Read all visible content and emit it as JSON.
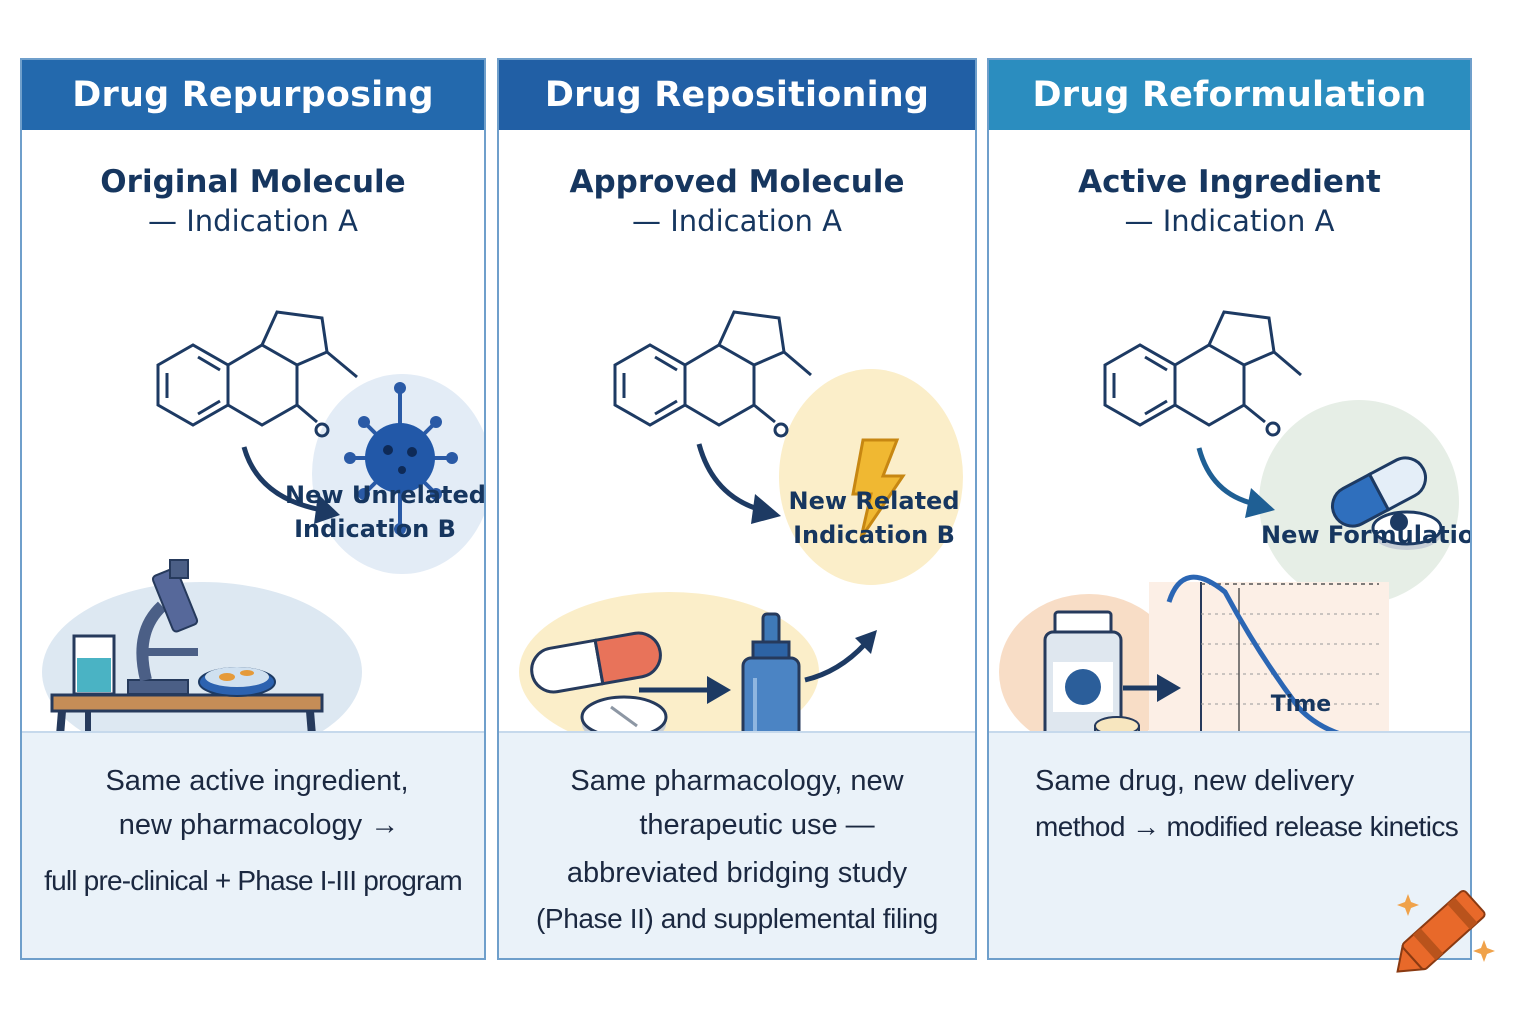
{
  "colors": {
    "header_repurposing": "#2369ad",
    "header_repositioning": "#215fa5",
    "header_reformulation": "#2b8dbf",
    "ink": "#16365f",
    "bottom_bg": "#eaf2f9"
  },
  "panels": [
    {
      "title": "Drug Repurposing",
      "subtitle": "Original Molecule",
      "subline": "— Indication A",
      "badge_line1": "New Unrelated",
      "badge_line2": "Indication B",
      "icons": [
        "molecule-icon",
        "virus-icon",
        "microscope-icon",
        "beaker-icon",
        "petri-dish-icon",
        "lab-bench-icon"
      ],
      "bottom_lines": [
        "Same active ingredient,",
        "new pharmacology →",
        "full pre-clinical + Phase I-III program"
      ]
    },
    {
      "title": "Drug Repositioning",
      "subtitle": "Approved Molecule",
      "subline": "— Indication A",
      "badge_line1": "New Related",
      "badge_line2": "Indication B",
      "icons": [
        "molecule-icon",
        "lightning-icon",
        "capsule-icon",
        "tablet-icon",
        "nasal-spray-icon"
      ],
      "bottom_lines": [
        "Same pharmacology, new",
        "therapeutic use —",
        "abbreviated bridging study",
        "(Phase II) and supplemental filing"
      ]
    },
    {
      "title": "Drug Reformulation",
      "subtitle": "Active Ingredient",
      "subline": "— Indication A",
      "badge_line1": "New Formulation",
      "chart_label": "Time",
      "icons": [
        "molecule-icon",
        "capsule-icon",
        "tablet-icon",
        "medicine-bottle-icon",
        "release-curve-icon"
      ],
      "bottom_lines": [
        "Same drug, new delivery",
        "method → modified release kinetics"
      ]
    }
  ]
}
